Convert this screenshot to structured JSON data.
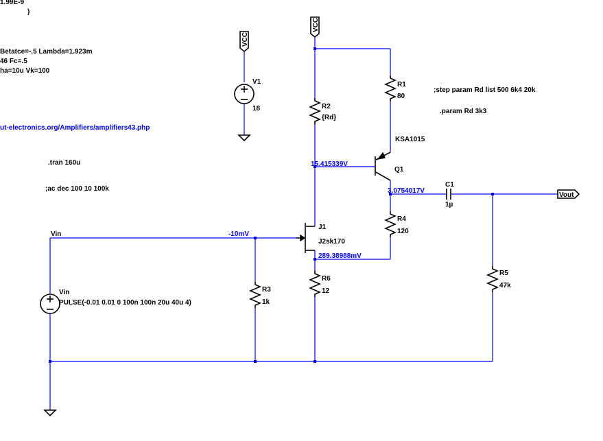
{
  "model_fragments": {
    "line1": "1.99E-9",
    "line2": ")",
    "line3": "Betatce=-.5 Lambda=1.923m",
    "line4": "46 Fc=.5",
    "line5": "ha=10u Vk=100"
  },
  "link": "ut-electronics.org/Amplifiers/amplifiers43.php",
  "directives": {
    "tran": ".tran 160u",
    "ac": ";ac dec 100 10 100k",
    "step": ";step param Rd list 500 6k4 20k",
    "param": ".param Rd 3k3"
  },
  "components": {
    "V1": {
      "name": "V1",
      "value": "18"
    },
    "R1": {
      "name": "R1",
      "value": "80"
    },
    "R2": {
      "name": "R2",
      "value": "{Rd}"
    },
    "R3": {
      "name": "R3",
      "value": "1k"
    },
    "R4": {
      "name": "R4",
      "value": "120"
    },
    "R5": {
      "name": "R5",
      "value": "47k"
    },
    "R6": {
      "name": "R6",
      "value": "12"
    },
    "Q1": {
      "name": "Q1",
      "model": "KSA1015"
    },
    "J1": {
      "name": "J1",
      "model": "J2sk170"
    },
    "C1": {
      "name": "C1",
      "value": "1µ"
    },
    "Vin": {
      "name": "Vin",
      "value": "PULSE(-0.01 0.01 0 100n 100n 20u 40u 4)"
    }
  },
  "nets": {
    "vcc_flag_1": "VCC",
    "vcc_flag_2": "VCC",
    "vin_label": "Vin",
    "vout_flag": "Vout"
  },
  "voltages": {
    "drain": "15.415339V",
    "emitter": "3.0754017V",
    "gate": "-10mV",
    "source": "289.38988mV"
  },
  "colors": {
    "wire": "#0000ff",
    "component": "#000000",
    "background": "#ffffff"
  }
}
